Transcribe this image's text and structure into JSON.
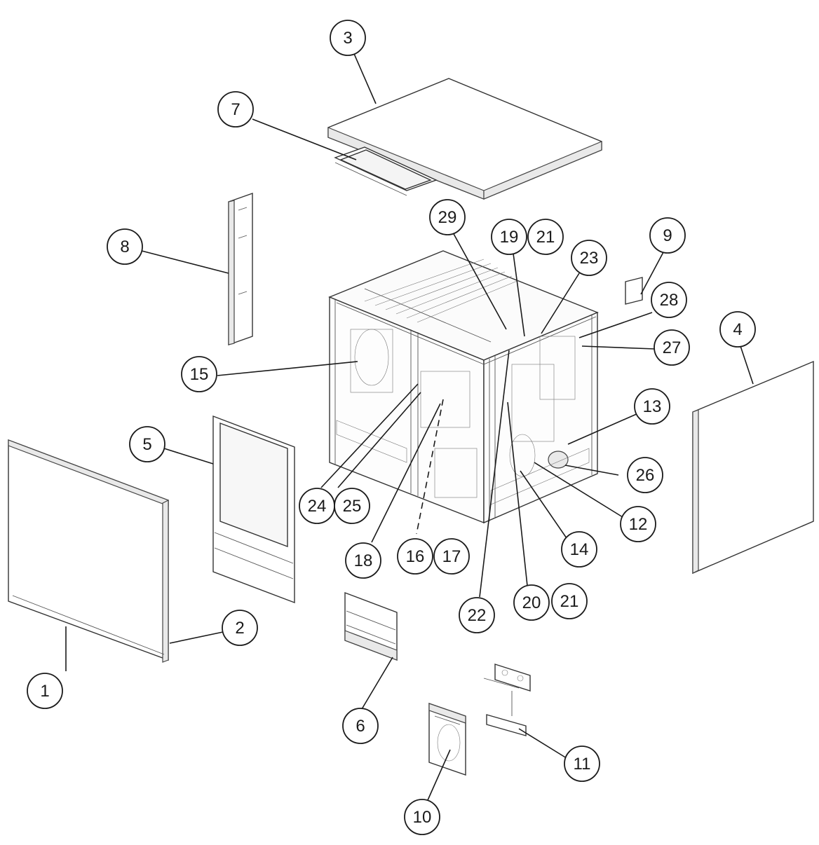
{
  "colors": {
    "line": "#1a1a1a",
    "paper": "#ffffff",
    "panel_edge": "#cfcfcf"
  },
  "callouts": [
    {
      "id": "c1",
      "label": "1"
    },
    {
      "id": "c2",
      "label": "2"
    },
    {
      "id": "c3",
      "label": "3"
    },
    {
      "id": "c4",
      "label": "4"
    },
    {
      "id": "c5",
      "label": "5"
    },
    {
      "id": "c6",
      "label": "6"
    },
    {
      "id": "c7",
      "label": "7"
    },
    {
      "id": "c8",
      "label": "8"
    },
    {
      "id": "c9",
      "label": "9"
    },
    {
      "id": "c10",
      "label": "10"
    },
    {
      "id": "c11",
      "label": "11"
    },
    {
      "id": "c12",
      "label": "12"
    },
    {
      "id": "c13",
      "label": "13"
    },
    {
      "id": "c14",
      "label": "14"
    },
    {
      "id": "c15",
      "label": "15"
    },
    {
      "id": "c16",
      "label": "16"
    },
    {
      "id": "c17",
      "label": "17"
    },
    {
      "id": "c18",
      "label": "18"
    },
    {
      "id": "c19",
      "label": "19"
    },
    {
      "id": "c20",
      "label": "20"
    },
    {
      "id": "c21a",
      "label": "21"
    },
    {
      "id": "c21b",
      "label": "21"
    },
    {
      "id": "c22",
      "label": "22"
    },
    {
      "id": "c23",
      "label": "23"
    },
    {
      "id": "c24",
      "label": "24"
    },
    {
      "id": "c25",
      "label": "25"
    },
    {
      "id": "c26",
      "label": "26"
    },
    {
      "id": "c27",
      "label": "27"
    },
    {
      "id": "c28",
      "label": "28"
    },
    {
      "id": "c29",
      "label": "29"
    }
  ]
}
